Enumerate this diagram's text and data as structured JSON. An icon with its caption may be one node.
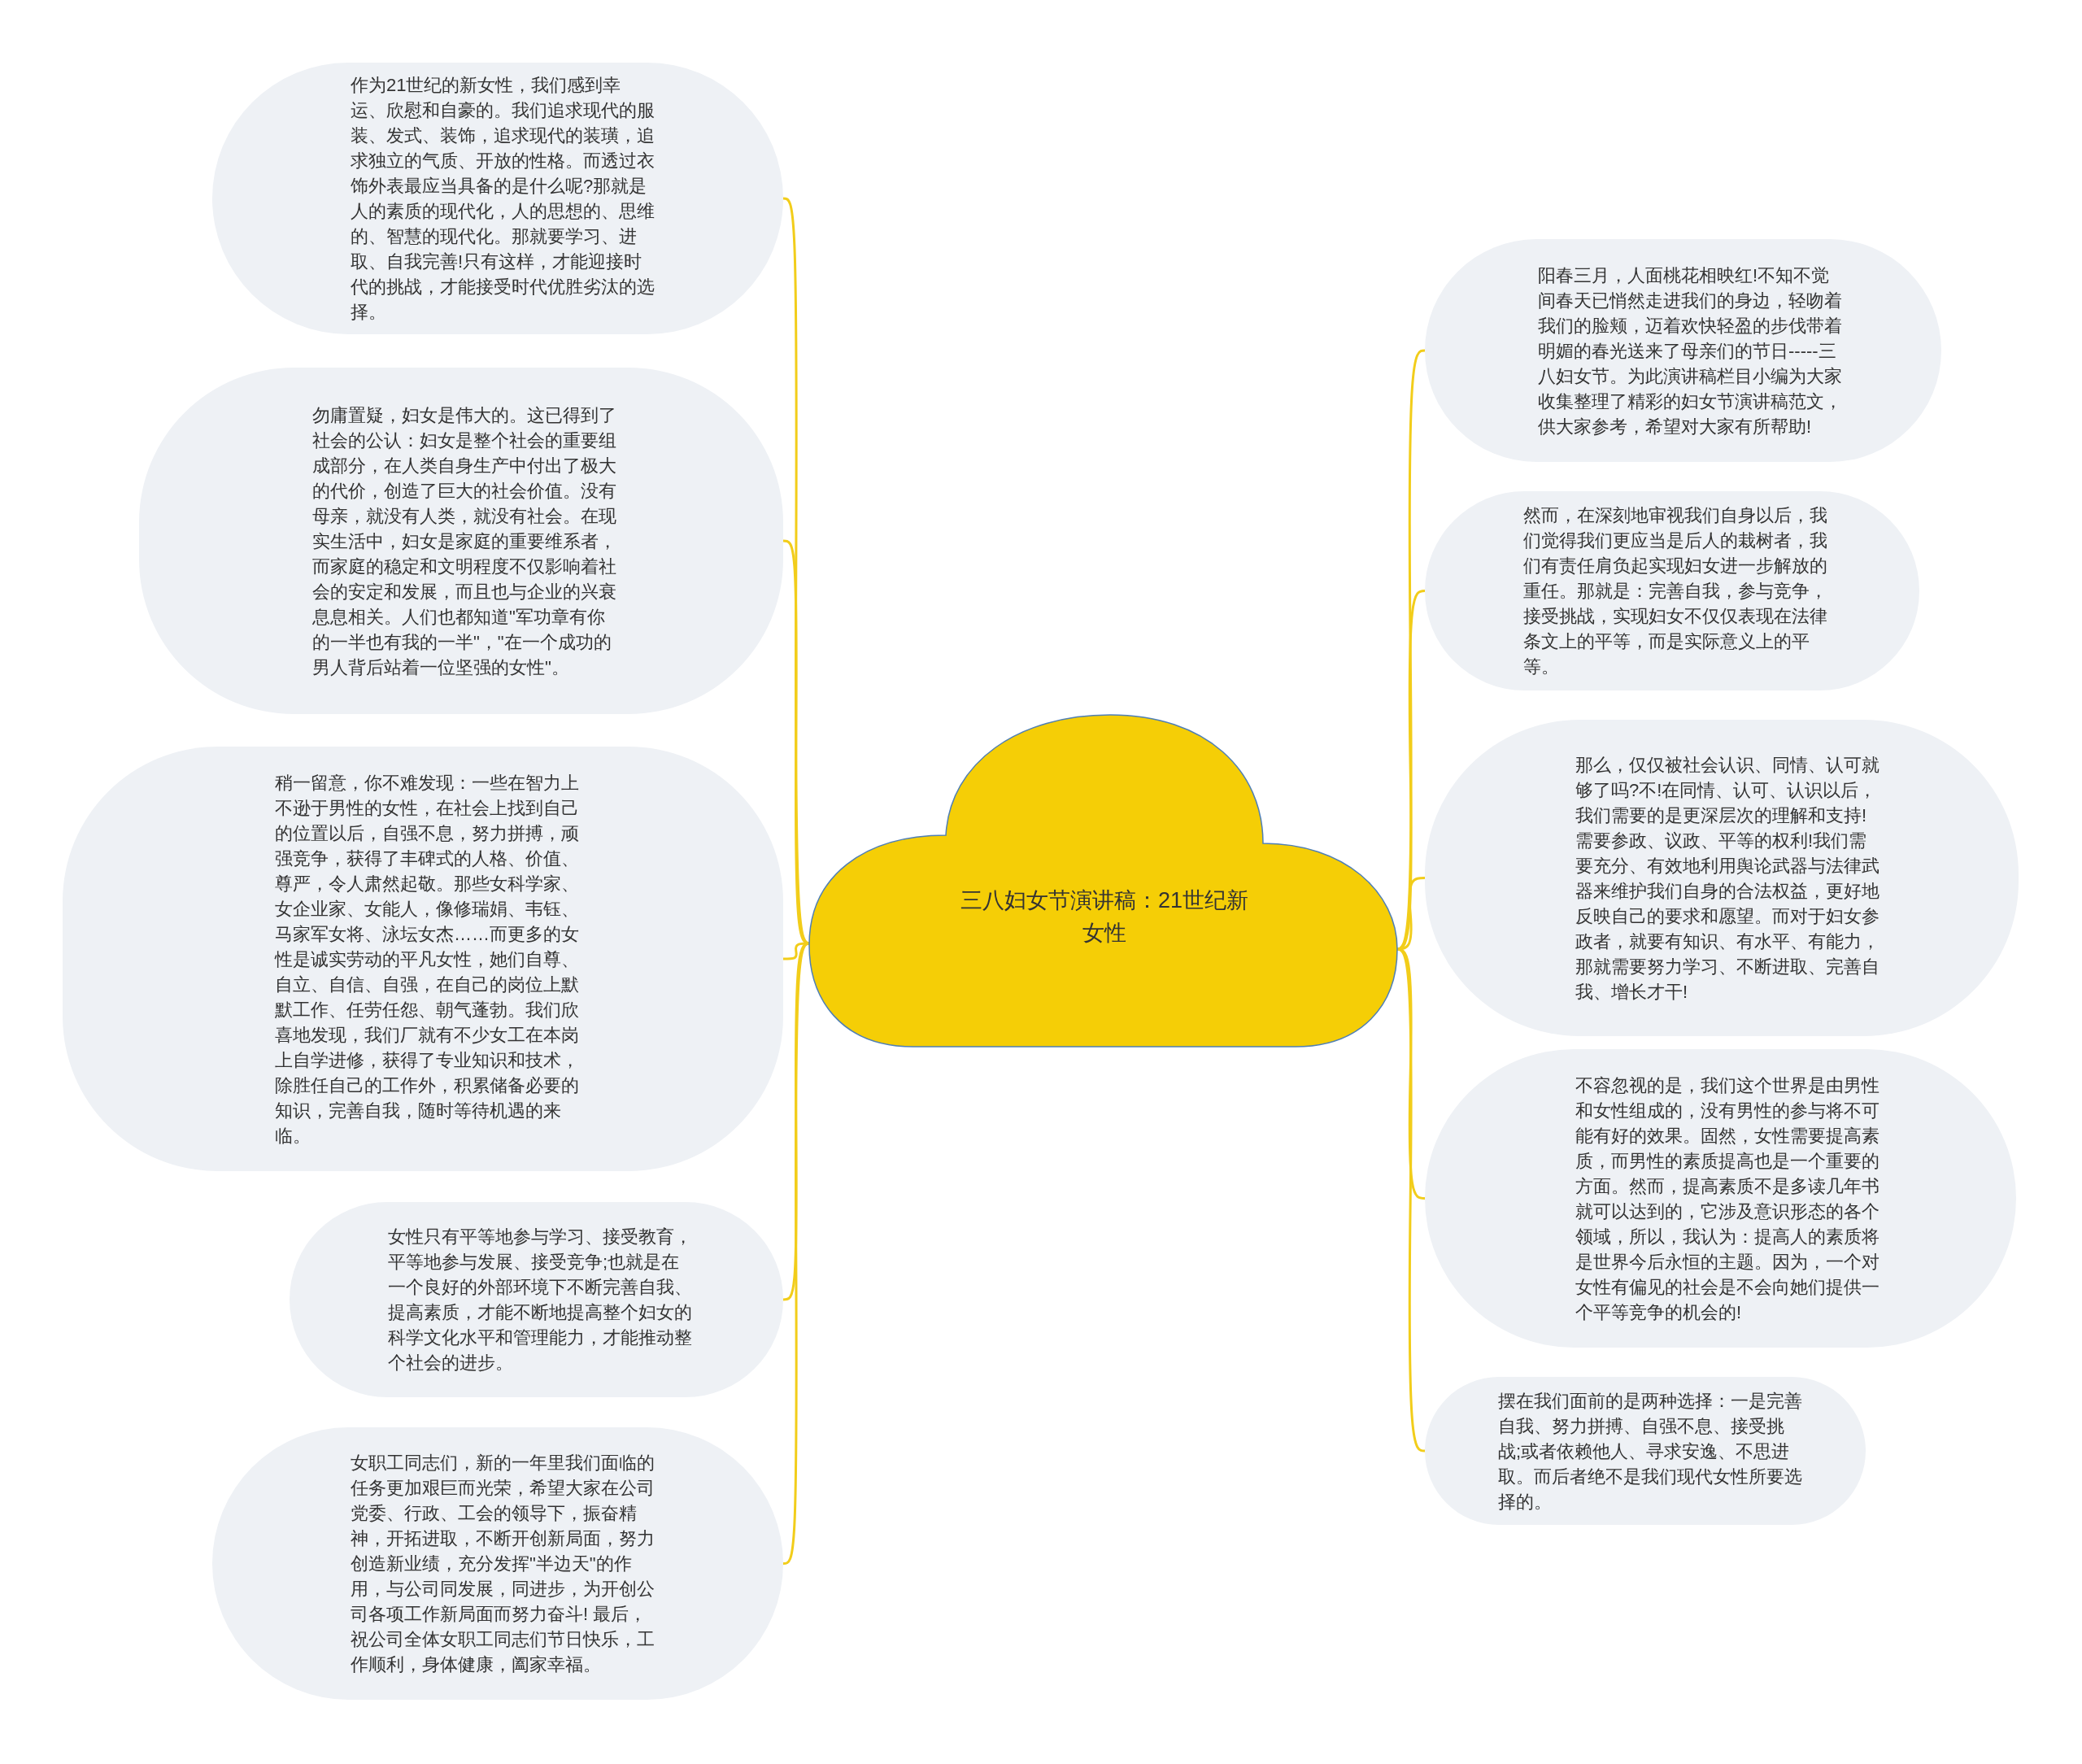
{
  "diagram": {
    "nodes": [
      {
        "text": [
          "三八妇女节演讲稿：21世纪新女性"
        ]
      },
      {
        "text": [
          "作为21世纪的新女性，我们感到幸运、欣慰和自豪的。我们追求现代的服装、发式、装饰，追求现代的装璜，追求独立的气质、开放的性格。而透过衣饰外表最应当具备的是什么呢?那就是人的素质的现代化，人的思想的、思维的、智慧的现代化。那就要学习、进取、自我完善!只有这样，才能迎接时代的挑战，才能接受时代优胜劣汰的选择。"
        ]
      },
      {
        "text": [
          "勿庸置疑，妇女是伟大的。这已得到了社会的公认：妇女是整个社会的重要组成部分，在人类自身生产中付出了极大的代价，创造了巨大的社会价值。没有母亲，就没有人类，就没有社会。在现实生活中，妇女是家庭的重要维系者，而家庭的稳定和文明程度不仅影响着社会的安定和发展，而且也与企业的兴衰息息相关。人们也都知道\"军功章有你的一半也有我的一半\"，\"在一个成功的男人背后站着一位坚强的女性\"。"
        ]
      },
      {
        "text": [
          "稍一留意，你不难发现：一些在智力上不逊于男性的女性，在社会上找到自己的位置以后，自强不息，努力拼搏，顽强竞争，获得了丰碑式的人格、价值、尊严，令人肃然起敬。那些女科学家、女企业家、女能人，像修瑞娟、韦钰、马家军女将、泳坛女杰……而更多的女性是诚实劳动的平凡女性，她们自尊、自立、自信、自强，在自己的岗位上默默工作、任劳任怨、朝气蓬勃。我们欣喜地发现，我们厂就有不少女工在本岗上自学进修，获得了专业知识和技术，除胜任自己的工作外，积累储备必要的知识，完善自我，随时等待机遇的来临。"
        ]
      },
      {
        "text": [
          "女性只有平等地参与学习、接受教育，平等地参与发展、接受竞争;也就是在一个良好的外部环境下不断完善自我、提高素质，才能不断地提高整个妇女的科学文化水平和管理能力，才能推动整个社会的进步。"
        ]
      },
      {
        "text": [
          "女职工同志们，新的一年里我们面临的任务更加艰巨而光荣，希望大家在公司党委、行政、工会的领导下，振奋精神，开拓进取，不断开创新局面，努力创造新业绩，充分发挥\"半边天\"的作用，与公司同发展，同进步，为开创公司各项工作新局面而努力奋斗! 最后，祝公司全体女职工同志们节日快乐，工作顺利，身体健康，阖家幸福。"
        ]
      },
      {
        "text": [
          "阳春三月，人面桃花相映红!不知不觉间春天已悄然走进我们的身边，轻吻着我们的脸颊，迈着欢快轻盈的步伐带着明媚的春光送来了母亲们的节日-----三八妇女节。为此演讲稿栏目小编为大家收集整理了精彩的妇女节演讲稿范文，供大家参考，希望对大家有所帮助!"
        ]
      },
      {
        "text": [
          "然而，在深刻地审视我们自身以后，我们觉得我们更应当是后人的栽树者，我们有责任肩负起实现妇女进一步解放的重任。那就是：完善自我，参与竞争，接受挑战，实现妇女不仅仅表现在法律条文上的平等，而是实际意义上的平等。"
        ]
      },
      {
        "text": [
          "那么，仅仅被社会认识、同情、认可就够了吗?不!在同情、认可、认识以后，我们需要的是更深层次的理解和支持!需要参政、议政、平等的权利!我们需要充分、有效地利用舆论武器与法律武器来维护我们自身的合法权益，更好地反映自己的要求和愿望。而对于妇女参政者，就要有知识、有水平、有能力，那就需要努力学习、不断进取、完善自我、增长才干!"
        ]
      },
      {
        "text": [
          "不容忽视的是，我们这个世界是由男性和女性组成的，没有男性的参与将不可能有好的效果。固然，女性需要提高素质，而男性的素质提高也是一个重要的方面。然而，提高素质不是多读几年书就可以达到的，它涉及意识形态的各个领域，所以，我认为：提高人的素质将是世界今后永恒的主题。因为，一个对女性有偏见的社会是不会向她们提供一个平等竞争的机会的!"
        ]
      },
      {
        "text": [
          "摆在我们面前的是两种选择：一是完善自我、努力拼搏、自强不息、接受挑战;或者依赖他人、寻求安逸、不思进取。而后者绝不是我们现代女性所要选择的。"
        ]
      }
    ],
    "edges": [
      {
        "from": 0,
        "to": 1,
        "arrow": "none"
      },
      {
        "from": 0,
        "to": 2,
        "arrow": "none"
      },
      {
        "from": 0,
        "to": 3,
        "arrow": "none"
      },
      {
        "from": 0,
        "to": 4,
        "arrow": "none"
      },
      {
        "from": 0,
        "to": 5,
        "arrow": "none"
      },
      {
        "from": 0,
        "to": 6,
        "arrow": "none"
      },
      {
        "from": 0,
        "to": 7,
        "arrow": "none"
      },
      {
        "from": 0,
        "to": 8,
        "arrow": "none"
      },
      {
        "from": 0,
        "to": 9,
        "arrow": "none"
      },
      {
        "from": 0,
        "to": 10,
        "arrow": "none"
      }
    ]
  }
}
